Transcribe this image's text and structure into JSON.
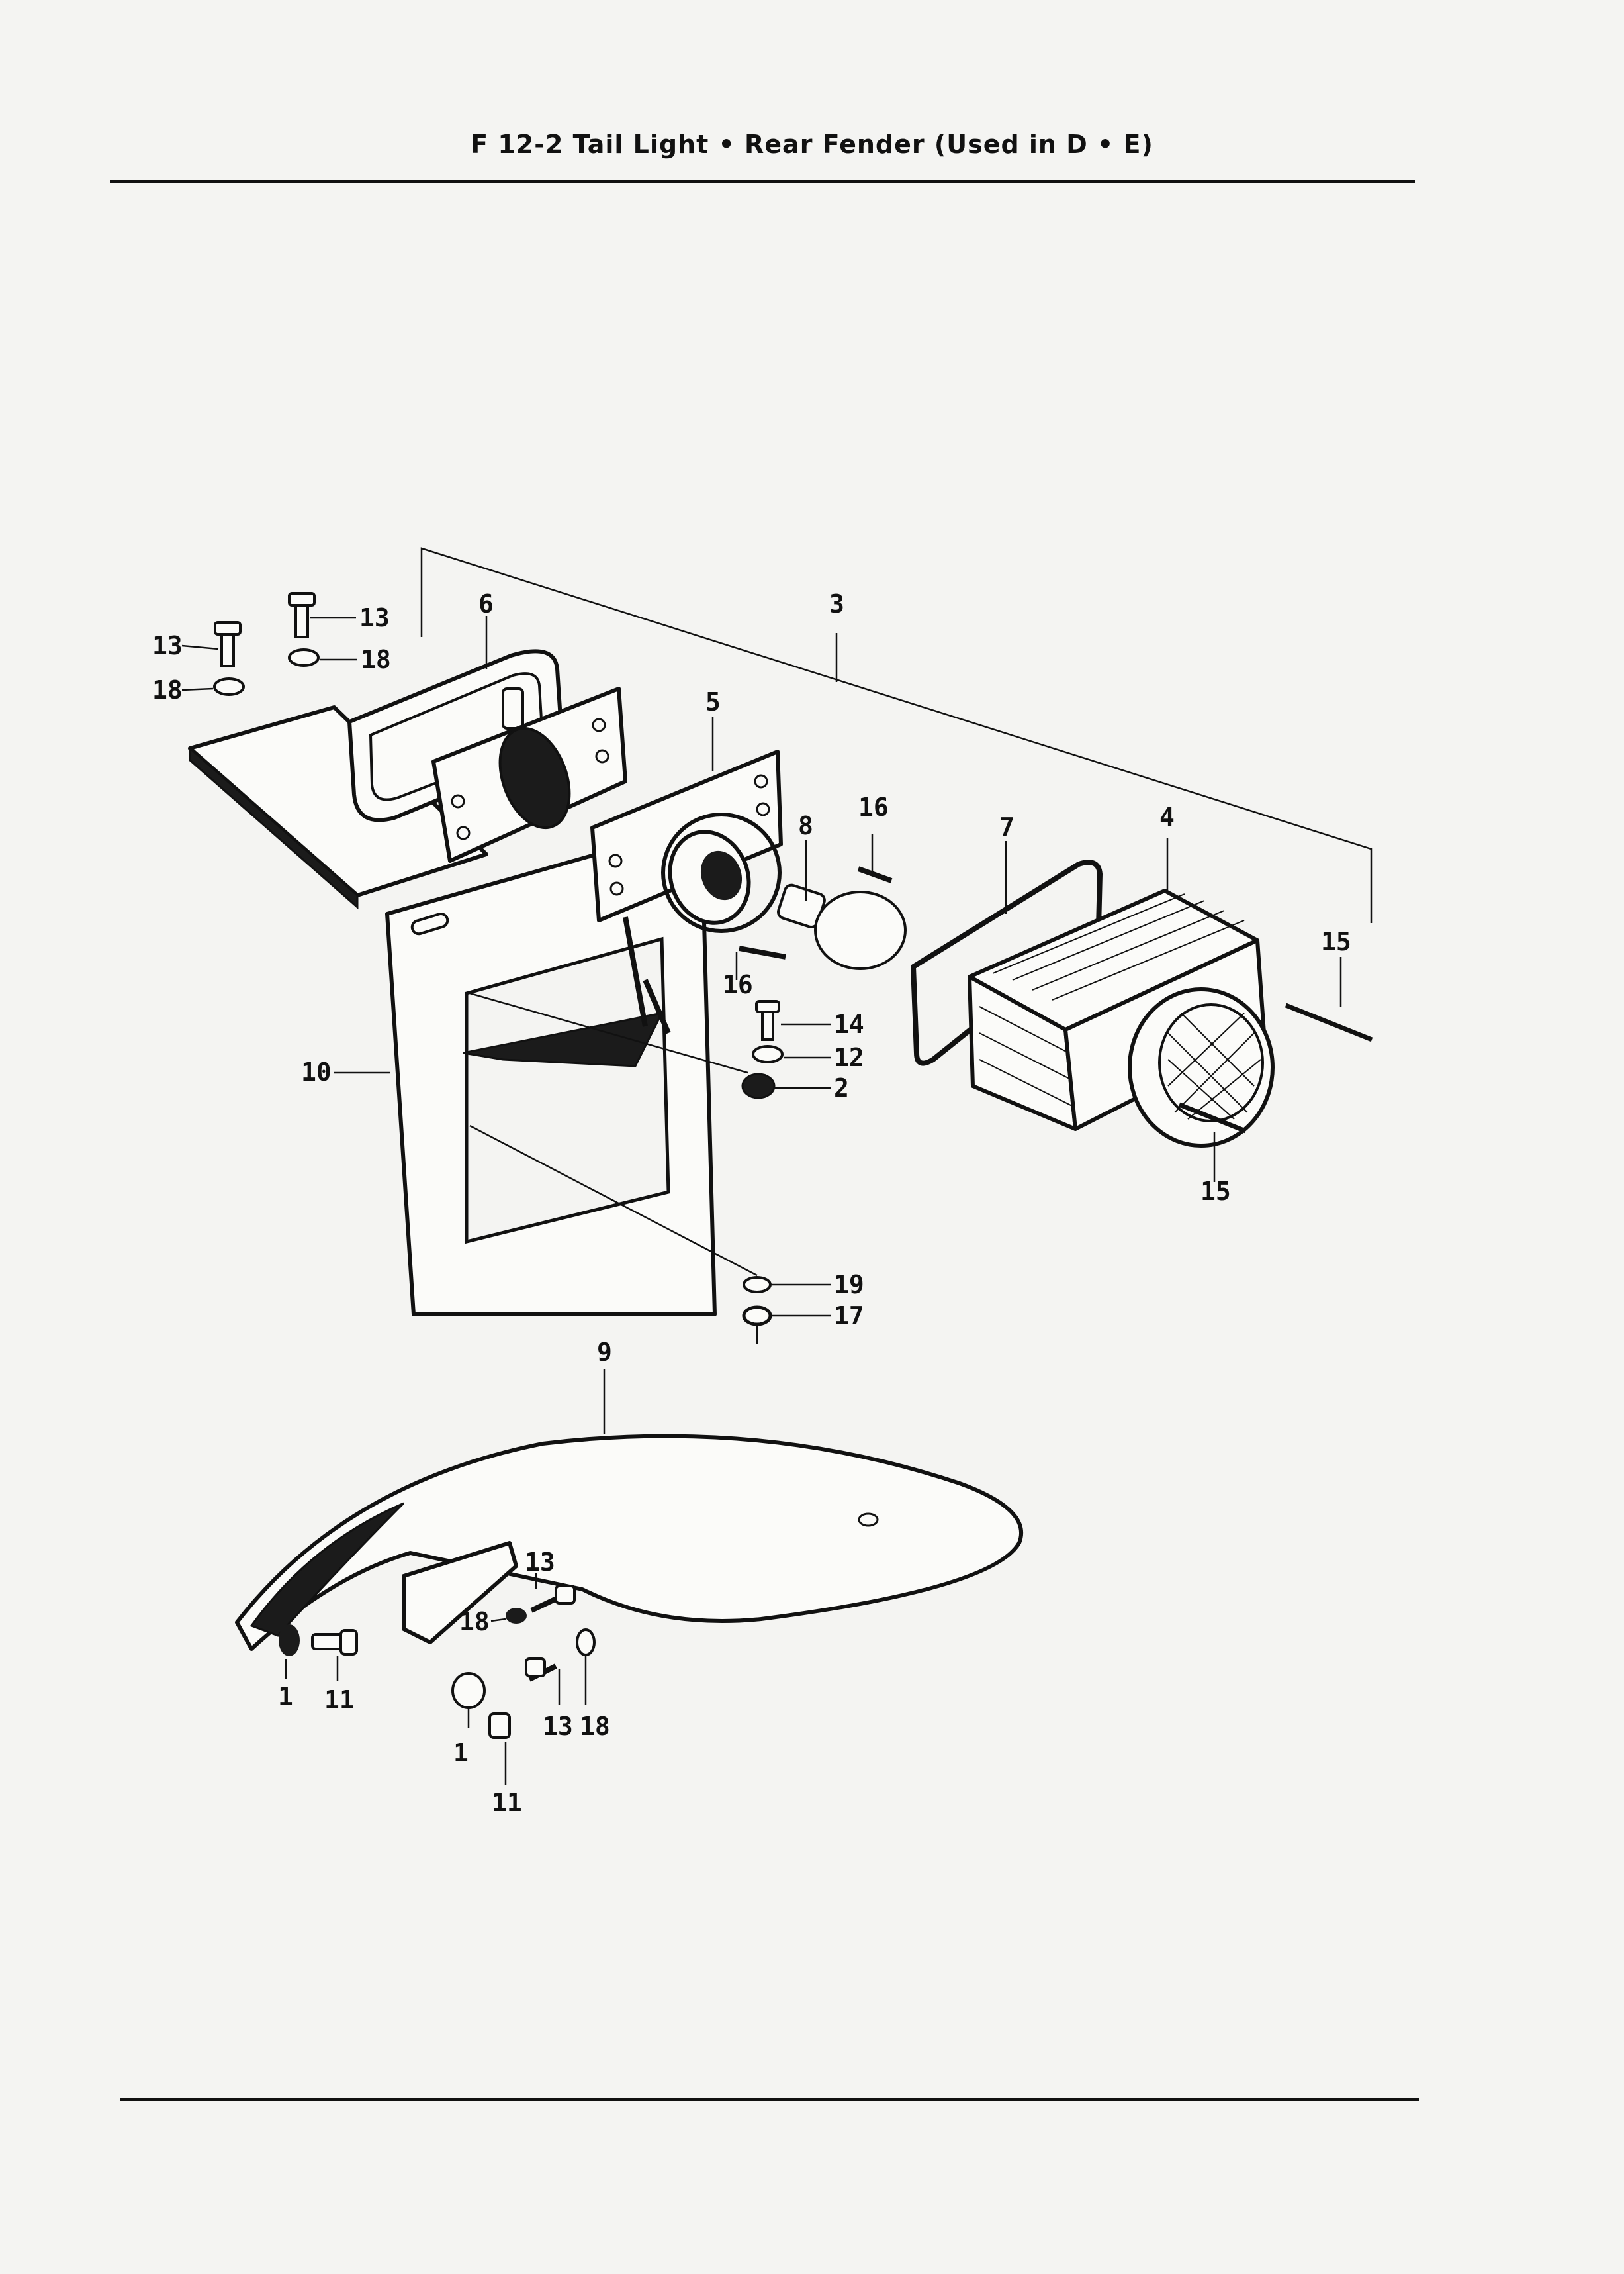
{
  "header": {
    "title": "F 12-2  Tail Light • Rear Fender (Used in D • E)"
  },
  "callouts": {
    "c1a": "1",
    "c1b": "1",
    "c2": "2",
    "c3": "3",
    "c4": "4",
    "c5": "5",
    "c6": "6",
    "c7": "7",
    "c8": "8",
    "c9": "9",
    "c10": "10",
    "c11a": "11",
    "c11b": "11",
    "c12": "12",
    "c13a": "13",
    "c13b": "13",
    "c13c": "13",
    "c13d": "13",
    "c14": "14",
    "c15a": "15",
    "c15b": "15",
    "c16a": "16",
    "c16b": "16",
    "c17": "17",
    "c18a": "18",
    "c18b": "18",
    "c18c": "18",
    "c18d": "18",
    "c19": "19"
  }
}
